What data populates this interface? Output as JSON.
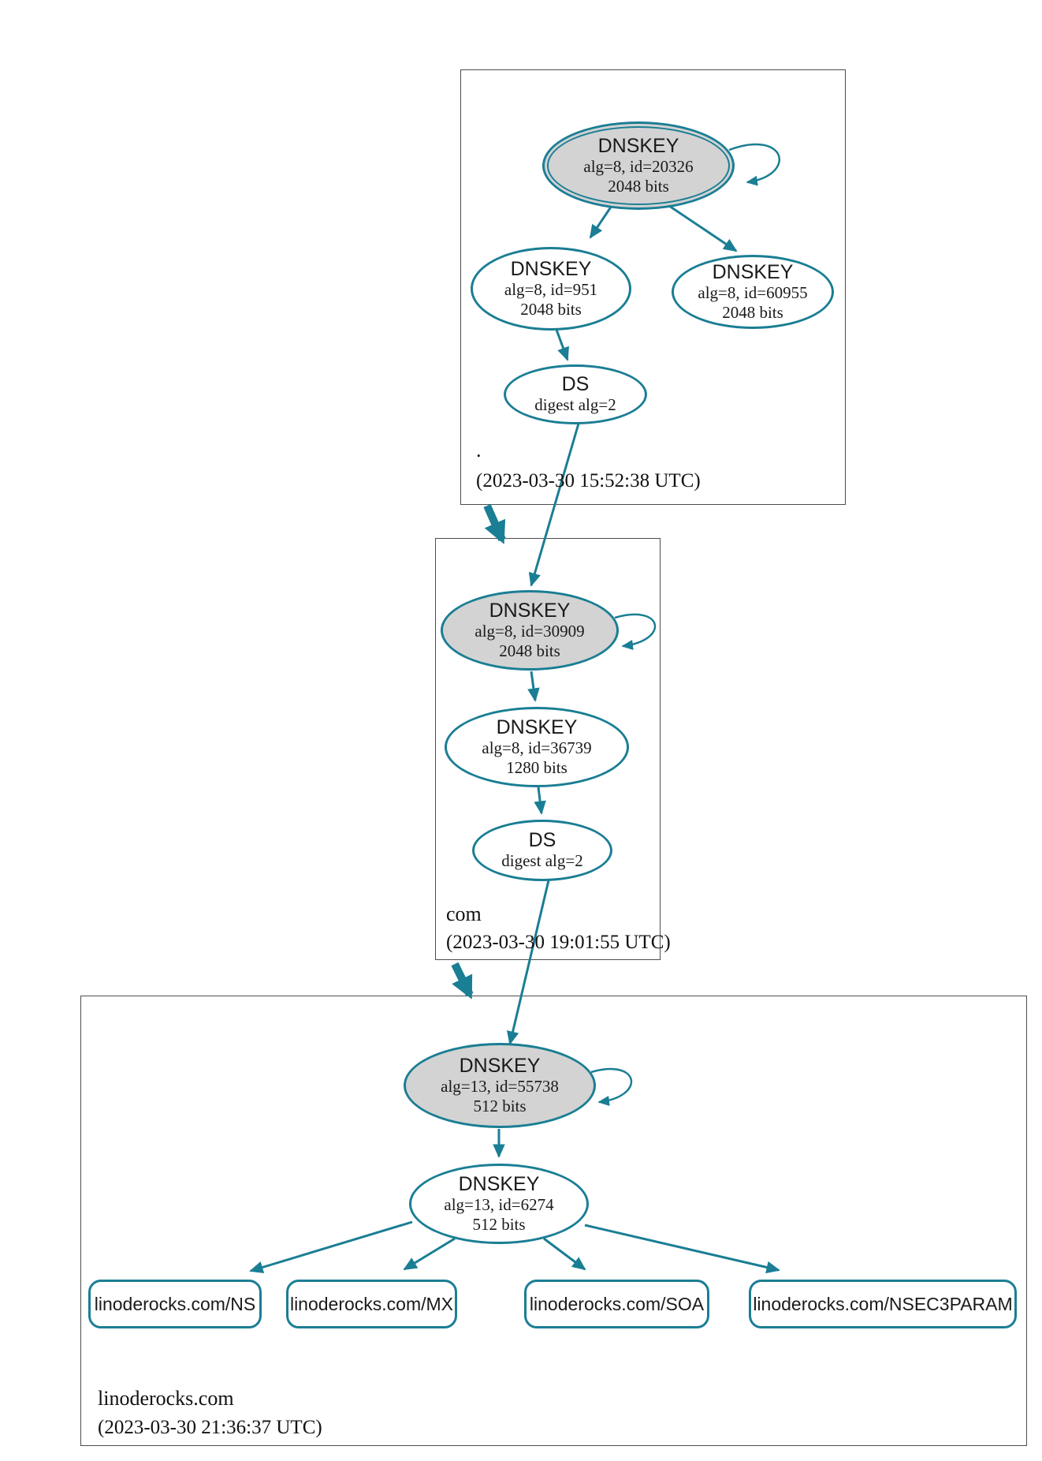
{
  "diagram": {
    "type": "DNSSEC authentication chain graph",
    "colors": {
      "edge_teal": "#1a7e94",
      "ksk_fill": "#d3d3d3",
      "zone_border": "#4d4d4d",
      "text": "#1a1a1a"
    }
  },
  "zones": {
    "root": {
      "label": ".",
      "timestamp": "(2023-03-30 15:52:38 UTC)",
      "ksk": {
        "title": "DNSKEY",
        "line1": "alg=8, id=20326",
        "line2": "2048 bits"
      },
      "zsk_left": {
        "title": "DNSKEY",
        "line1": "alg=8, id=951",
        "line2": "2048 bits"
      },
      "zsk_right": {
        "title": "DNSKEY",
        "line1": "alg=8, id=60955",
        "line2": "2048 bits"
      },
      "ds": {
        "title": "DS",
        "line1": "digest alg=2"
      }
    },
    "com": {
      "label": "com",
      "timestamp": "(2023-03-30 19:01:55 UTC)",
      "ksk": {
        "title": "DNSKEY",
        "line1": "alg=8, id=30909",
        "line2": "2048 bits"
      },
      "zsk": {
        "title": "DNSKEY",
        "line1": "alg=8, id=36739",
        "line2": "1280 bits"
      },
      "ds": {
        "title": "DS",
        "line1": "digest alg=2"
      }
    },
    "linoderocks": {
      "label": "linoderocks.com",
      "timestamp": "(2023-03-30 21:36:37 UTC)",
      "ksk": {
        "title": "DNSKEY",
        "line1": "alg=13, id=55738",
        "line2": "512 bits"
      },
      "zsk": {
        "title": "DNSKEY",
        "line1": "alg=13, id=6274",
        "line2": "512 bits"
      },
      "rrsets": [
        "linoderocks.com/NS",
        "linoderocks.com/MX",
        "linoderocks.com/SOA",
        "linoderocks.com/NSEC3PARAM"
      ]
    }
  }
}
